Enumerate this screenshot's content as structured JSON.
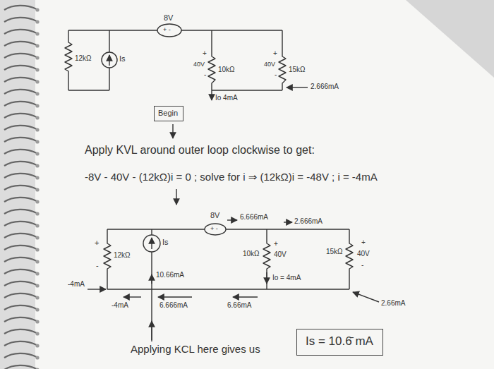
{
  "diagram": {
    "nodes": [
      {
        "text": [
          "Begin"
        ]
      },
      {
        "text": [
          "Is = 10.6̄ mA"
        ]
      }
    ],
    "labels": [
      "8V",
      "+ -",
      "12kΩ",
      "Is",
      "+",
      "40V",
      "-",
      "10kΩ",
      "Io 4mA",
      "+",
      "40V",
      "-",
      "15kΩ",
      "2.666mA",
      "Apply KVL around outer loop clockwise to get:",
      "-8V - 40V - (12kΩ)i = 0 ; solve for i ⇒ (12kΩ)i = -48V ; i = -4mA",
      "8V",
      "+ -",
      "6.666mA",
      "2.666mA",
      "+",
      "-",
      "12kΩ",
      "Is",
      "10kΩ",
      "+",
      "40V",
      "Io = 4mA",
      "15kΩ",
      "+",
      "40V",
      "-",
      "-4mA",
      "-4mA",
      "10.66mA",
      "6.666mA",
      "6.66mA",
      "2.66mA",
      "Applying KCL here gives us"
    ]
  }
}
